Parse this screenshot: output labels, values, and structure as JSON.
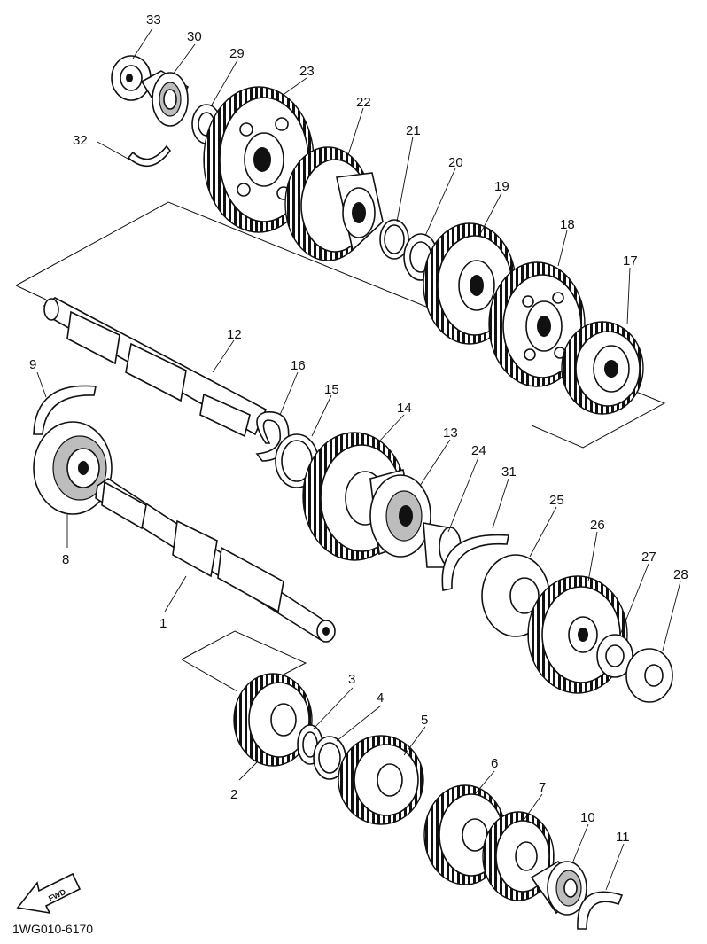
{
  "diagram": {
    "code": "1WG010-6170",
    "fwd_label": "FWD",
    "callouts": {
      "p1": "1",
      "p2": "2",
      "p3": "3",
      "p4": "4",
      "p5": "5",
      "p6": "6",
      "p7": "7",
      "p8": "8",
      "p9": "9",
      "p10": "10",
      "p11": "11",
      "p12": "12",
      "p13": "13",
      "p14": "14",
      "p15": "15",
      "p16": "16",
      "p17": "17",
      "p18": "18",
      "p19": "19",
      "p20": "20",
      "p21": "21",
      "p22": "22",
      "p23": "23",
      "p24": "24",
      "p25": "25",
      "p26": "26",
      "p27": "27",
      "p28": "28",
      "p29": "29",
      "p30": "30",
      "p31": "31",
      "p32": "32",
      "p33": "33"
    }
  }
}
